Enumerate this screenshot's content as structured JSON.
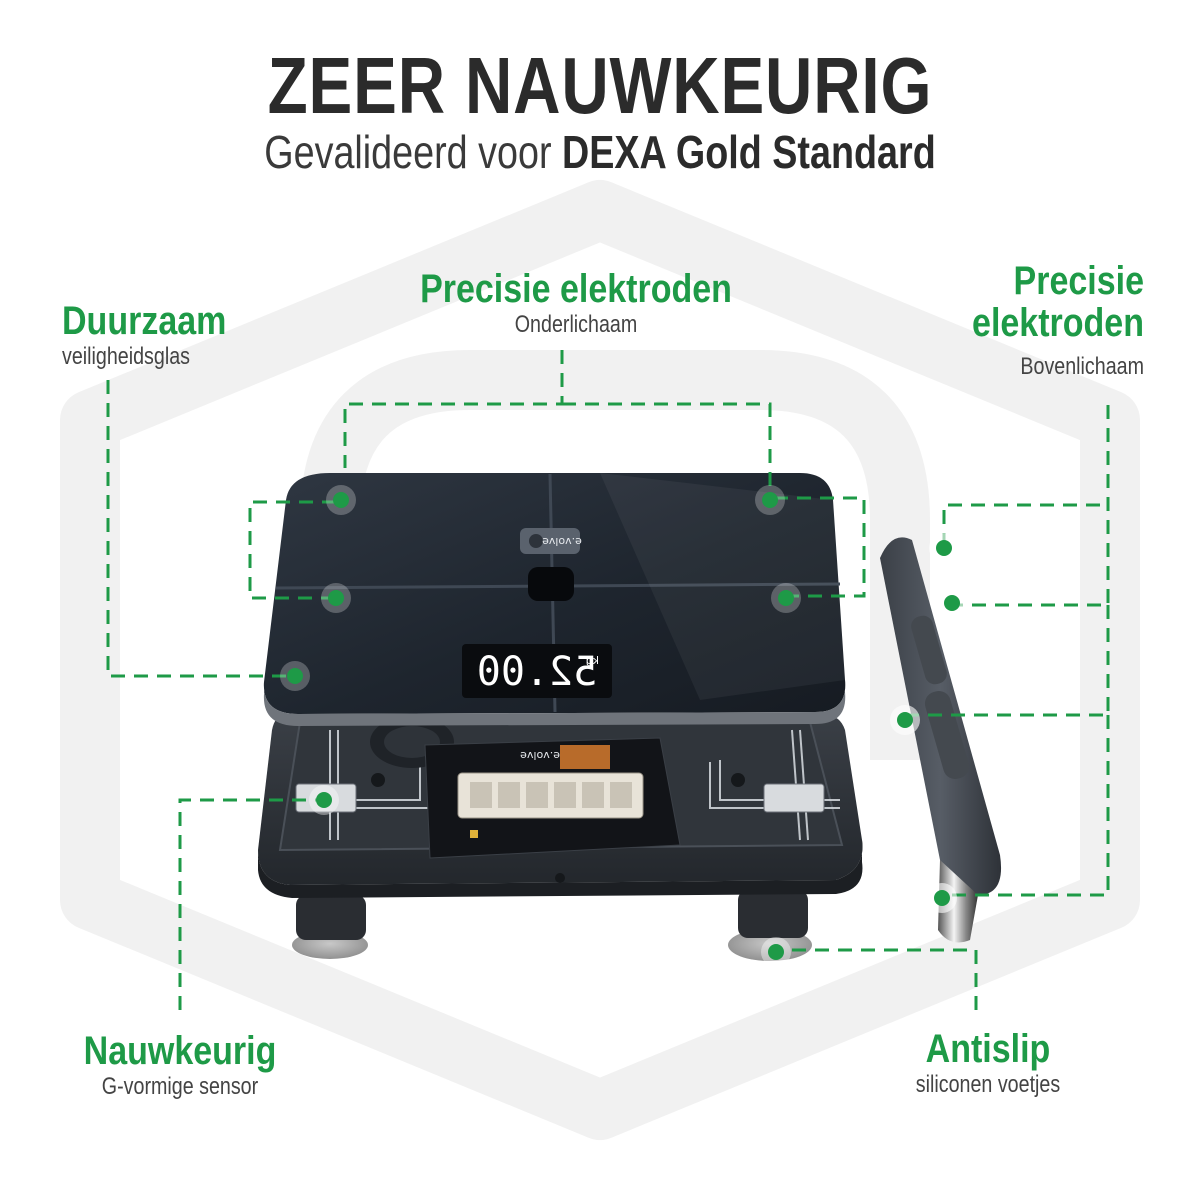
{
  "header": {
    "title": "ZEER NAUWKEURIG",
    "subtitle_prefix": "Gevalideerd voor",
    "subtitle_bold": "DEXA Gold Standard"
  },
  "callouts": {
    "durable": {
      "title": "Duurzaam",
      "subtitle": "veiligheidsglas"
    },
    "lower_body": {
      "title": "Precisie elektroden",
      "subtitle": "Onderlichaam"
    },
    "upper_body": {
      "title_line1": "Precisie",
      "title_line2": "elektroden",
      "subtitle": "Bovenlichaam"
    },
    "sensor": {
      "title": "Nauwkeurig",
      "subtitle": "G-vormige sensor"
    },
    "feet": {
      "title": "Antislip",
      "subtitle": "siliconen voetjes"
    }
  },
  "product": {
    "brand": "e.volve",
    "display_reading": "52.00",
    "display_unit": "kg"
  },
  "colors": {
    "accent_green": "#1e9a47",
    "glass": "#232a33",
    "base": "#2c3036",
    "text_dark": "#2b2b2b"
  }
}
